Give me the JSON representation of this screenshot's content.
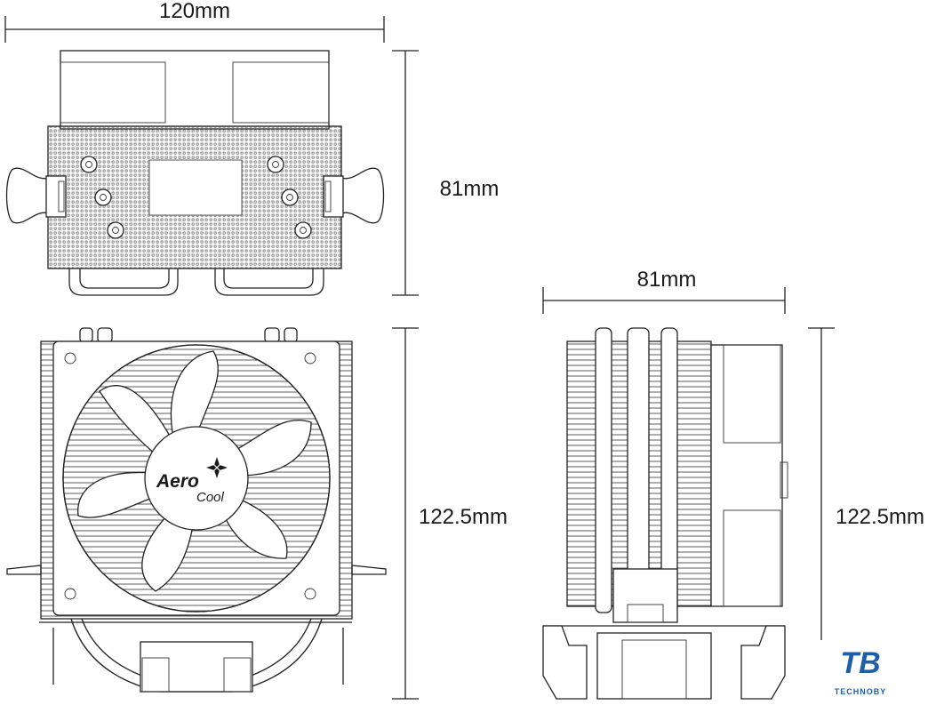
{
  "dimensions": {
    "top_width": "120mm",
    "top_depth": "81mm",
    "side_width": "81mm",
    "front_height": "122.5mm",
    "side_height": "122.5mm"
  },
  "fan_logo": {
    "brand_line1": "Aero",
    "brand_line2": "Cool"
  },
  "watermark": {
    "mark": "TB",
    "name": "TECHNOBY",
    "color": "#1f5fa8"
  },
  "colors": {
    "ink": "#222222",
    "background": "#ffffff"
  }
}
